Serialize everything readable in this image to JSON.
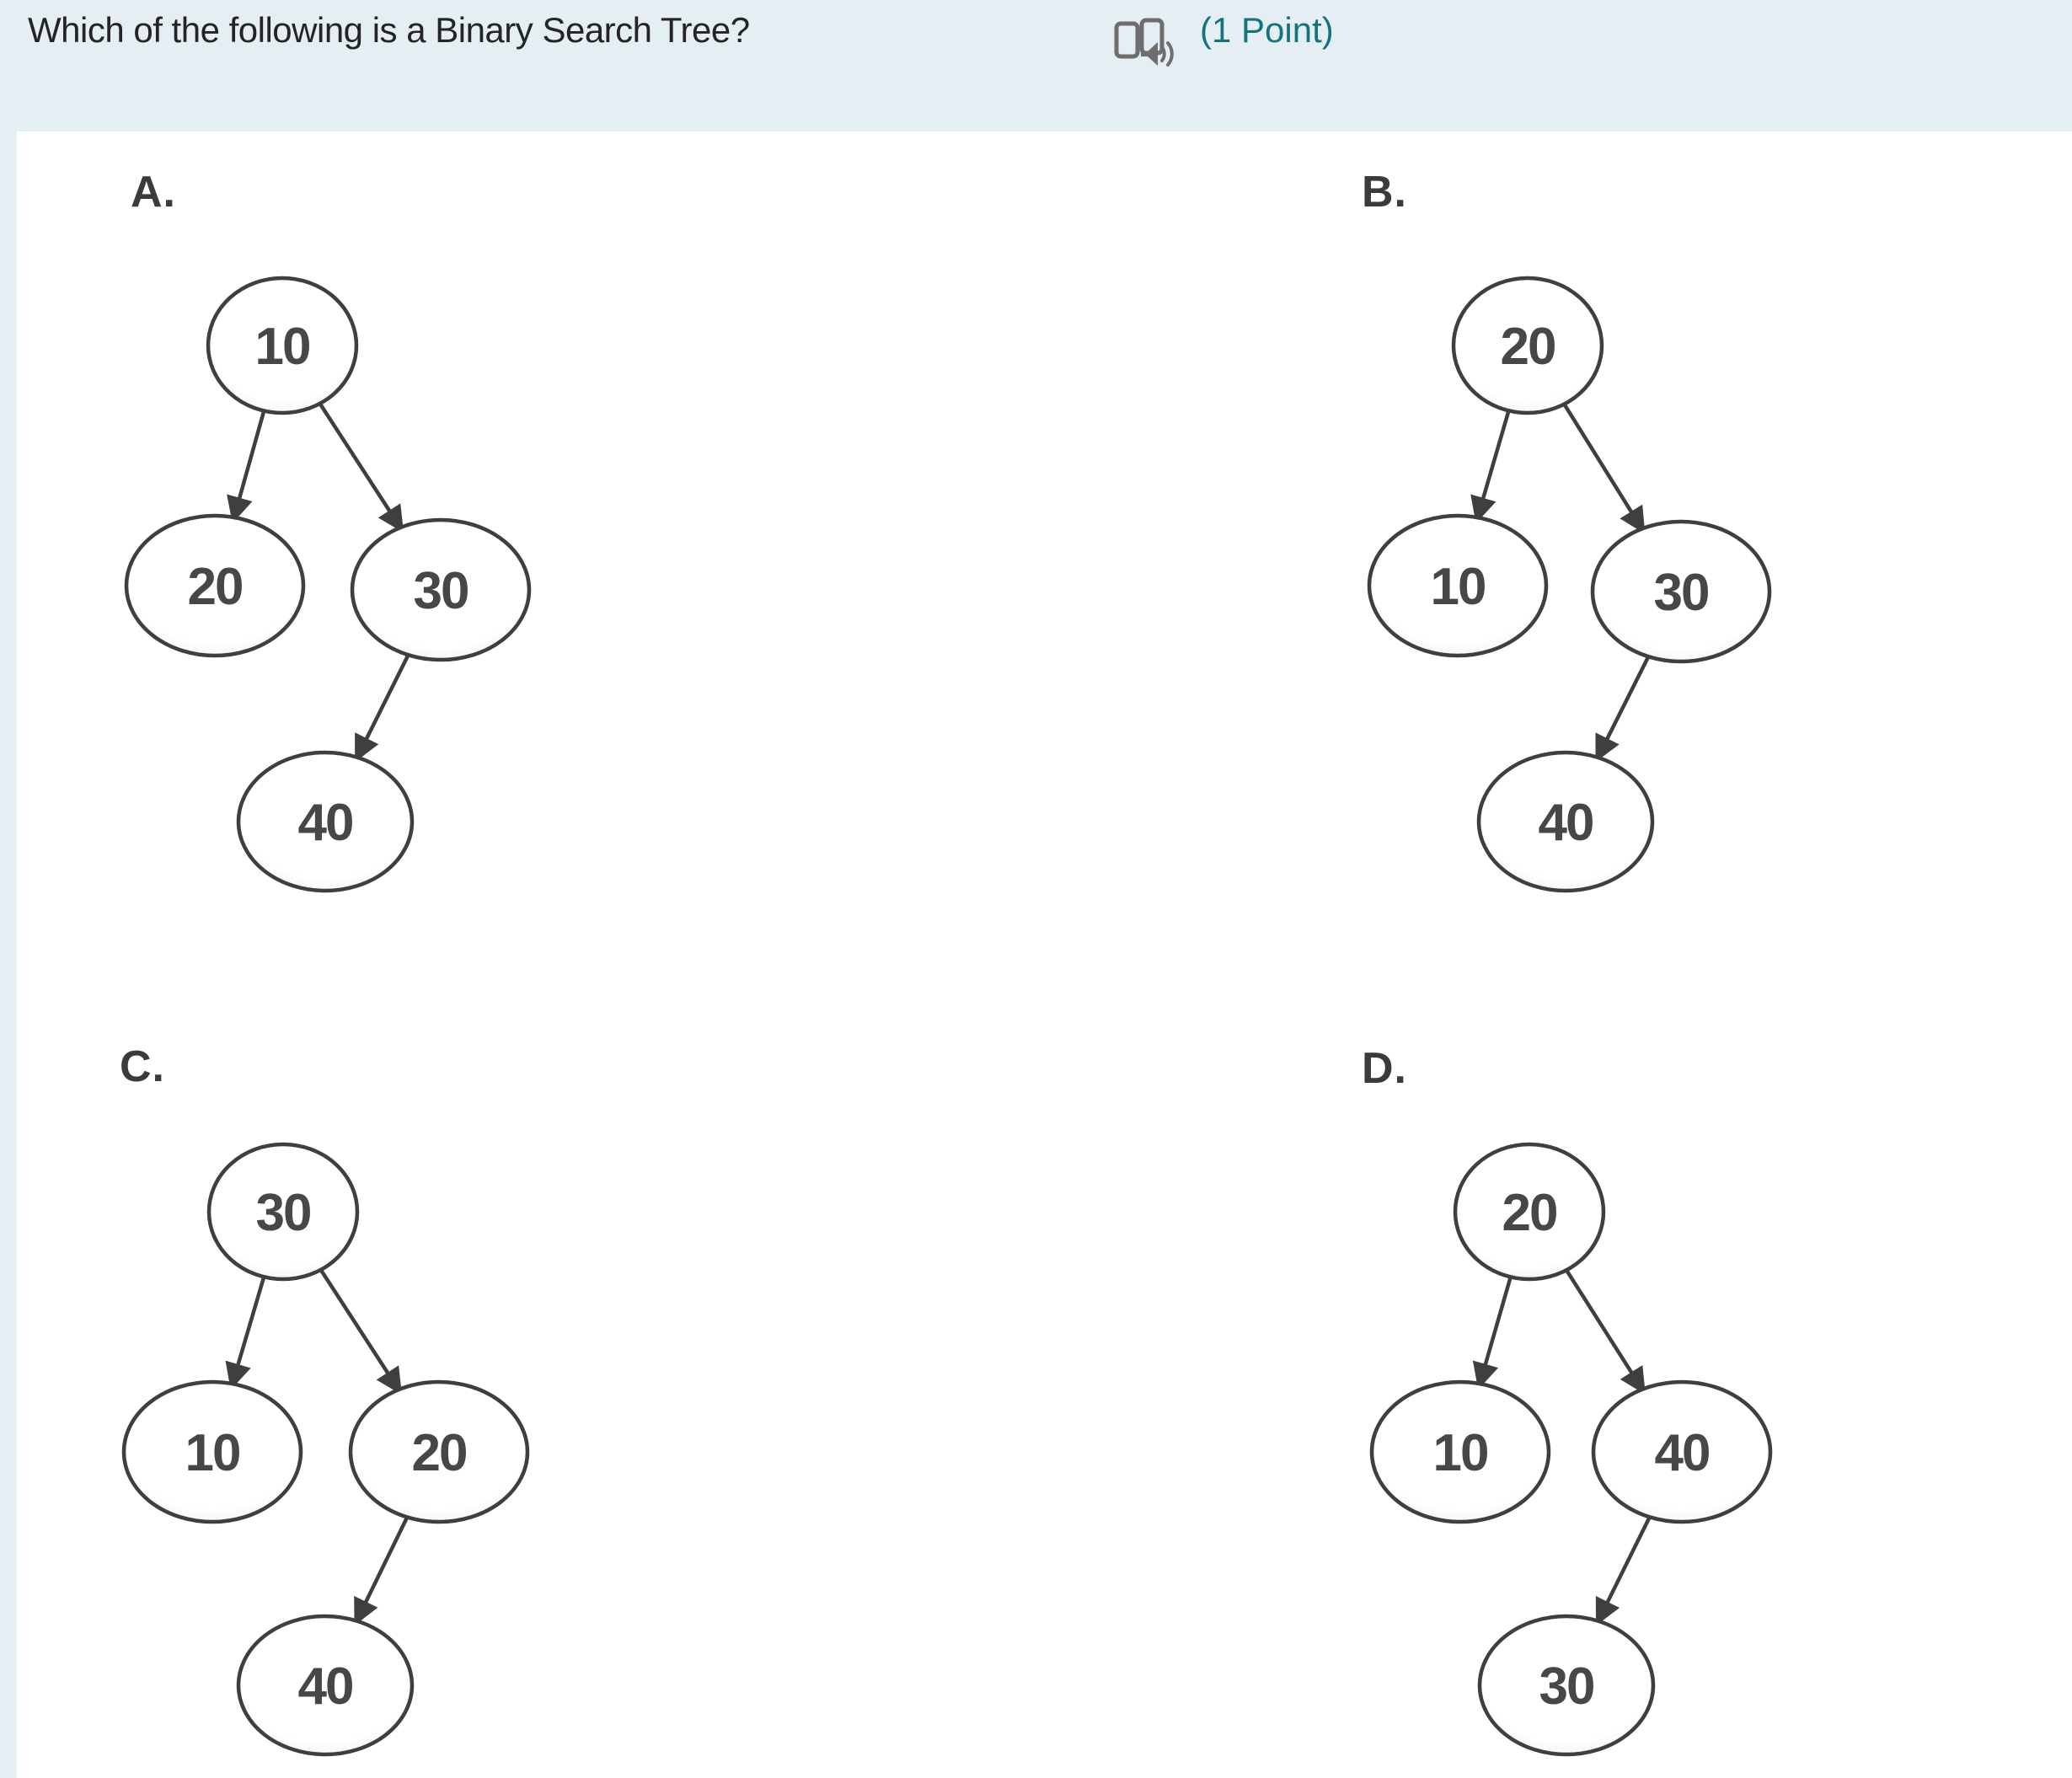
{
  "header": {
    "question": "Which of the following is a Binary Search Tree?",
    "points_label": "(1 Point)",
    "accent_color": "#16737e",
    "background_color": "#e5eef2",
    "immersive_reader_icon": "open-book-with-speaker"
  },
  "panel": {
    "background_color": "#ffffff"
  },
  "diagram_style": {
    "node_stroke_color": "#3f3f3f",
    "node_fill_color": "#ffffff",
    "node_text_color": "#474747"
  },
  "options": [
    {
      "label": "A.",
      "nodes": [
        {
          "value": "10"
        },
        {
          "value": "20"
        },
        {
          "value": "30"
        },
        {
          "value": "40"
        }
      ],
      "edges": [
        {
          "from": "10",
          "to": "20",
          "side": "left"
        },
        {
          "from": "10",
          "to": "30",
          "side": "right"
        },
        {
          "from": "30",
          "to": "40",
          "side": "left"
        }
      ]
    },
    {
      "label": "B.",
      "nodes": [
        {
          "value": "20"
        },
        {
          "value": "10"
        },
        {
          "value": "30"
        },
        {
          "value": "40"
        }
      ],
      "edges": [
        {
          "from": "20",
          "to": "10",
          "side": "left"
        },
        {
          "from": "20",
          "to": "30",
          "side": "right"
        },
        {
          "from": "30",
          "to": "40",
          "side": "left"
        }
      ]
    },
    {
      "label": "C.",
      "nodes": [
        {
          "value": "30"
        },
        {
          "value": "10"
        },
        {
          "value": "20"
        },
        {
          "value": "40"
        }
      ],
      "edges": [
        {
          "from": "30",
          "to": "10",
          "side": "left"
        },
        {
          "from": "30",
          "to": "20",
          "side": "right"
        },
        {
          "from": "20",
          "to": "40",
          "side": "left"
        }
      ]
    },
    {
      "label": "D.",
      "nodes": [
        {
          "value": "20"
        },
        {
          "value": "10"
        },
        {
          "value": "40"
        },
        {
          "value": "30"
        }
      ],
      "edges": [
        {
          "from": "20",
          "to": "10",
          "side": "left"
        },
        {
          "from": "20",
          "to": "40",
          "side": "right"
        },
        {
          "from": "40",
          "to": "30",
          "side": "left"
        }
      ]
    }
  ]
}
